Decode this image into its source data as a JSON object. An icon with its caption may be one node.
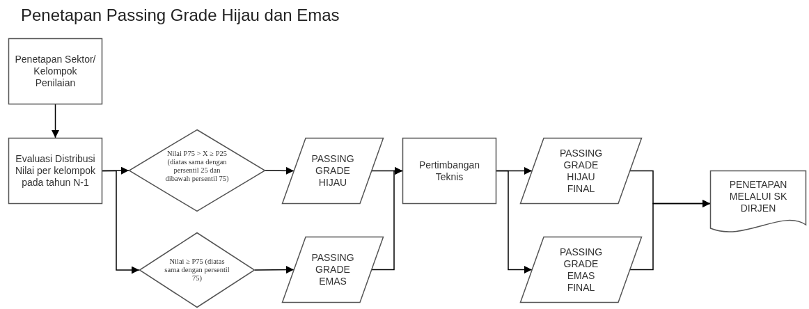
{
  "diagram": {
    "title": "Penetapan Passing Grade Hijau dan Emas",
    "nodes": [
      {
        "text": [
          "Penetapan Sektor/ Kelompok Penilaian"
        ]
      },
      {
        "text": [
          "Evaluasi Distribusi Nilai per kelompok pada tahun N-1"
        ]
      },
      {
        "text": [
          "Nilai P75 > X ≥ P25 (diatas sama dengan persentil 25 dan dibawah persentil 75)"
        ]
      },
      {
        "text": [
          "Nilai ≥ P75 (diatas sama dengan persentil 75)"
        ]
      },
      {
        "text": [
          "PASSING GRADE HIJAU"
        ]
      },
      {
        "text": [
          "PASSING GRADE EMAS"
        ]
      },
      {
        "text": [
          "Pertimbangan Teknis"
        ]
      },
      {
        "text": [
          "PASSING GRADE HIJAU FINAL"
        ]
      },
      {
        "text": [
          "PASSING GRADE EMAS FINAL"
        ]
      },
      {
        "text": [
          "PENETAPAN MELALUI SK DIRJEN"
        ]
      }
    ],
    "edges": [
      {
        "from": 0,
        "to": 1,
        "arrow": "to"
      },
      {
        "from": 1,
        "to": 2,
        "arrow": "to"
      },
      {
        "from": 1,
        "to": 3,
        "arrow": "to"
      },
      {
        "from": 2,
        "to": 4,
        "arrow": "to"
      },
      {
        "from": 3,
        "to": 5,
        "arrow": "to"
      },
      {
        "from": 4,
        "to": 6,
        "arrow": "to"
      },
      {
        "from": 5,
        "to": 6,
        "arrow": "to"
      },
      {
        "from": 6,
        "to": 7,
        "arrow": "to"
      },
      {
        "from": 6,
        "to": 8,
        "arrow": "to"
      },
      {
        "from": 7,
        "to": 9,
        "arrow": "to"
      },
      {
        "from": 8,
        "to": 9,
        "arrow": "to"
      }
    ]
  }
}
